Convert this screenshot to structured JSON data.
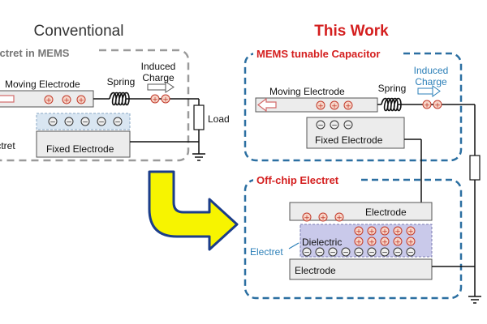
{
  "headings": {
    "left": "Conventional",
    "right": "This Work"
  },
  "colors": {
    "heading_right": "#d41e1e",
    "box_blue": "#2b6fa1",
    "box_gray": "#9a9a9a",
    "subtitle_red": "#d41e1e",
    "electret_label": "#2b7fb8",
    "induced_charge": "#2b7fb8",
    "wire": "#111111",
    "electrode_fill": "#ececec",
    "electret_fill": "#d9e6f2",
    "dielectric_fill": "#c9c9ea",
    "positive_charge_fill": "#f7d5c8",
    "positive_charge_stroke": "#c23a2a",
    "negative_charge_fill": "#eeeeee",
    "arrow_fill": "#f7f400",
    "arrow_stroke": "#1b3d8a"
  },
  "conventional": {
    "box_label": "Electret in MEMS",
    "moving_electrode": "Moving Electrode",
    "spring": "Spring",
    "induced_charge_line1": "Induced",
    "induced_charge_line2": "Charge",
    "electret": "Electret",
    "fixed_electrode": "Fixed Electrode",
    "load": "Load"
  },
  "this_work": {
    "mems_box_label": "MEMS tunable Capacitor",
    "moving_electrode": "Moving Electrode",
    "spring": "Spring",
    "induced_charge_line1": "Induced",
    "induced_charge_line2": "Charge",
    "fixed_electrode": "Fixed Electrode",
    "offchip_box_label": "Off-chip Electret",
    "top_electrode": "Electrode",
    "electret": "Electret",
    "dielectric": "Dielectric",
    "bottom_electrode": "Electrode"
  },
  "symbols": {
    "positive": "+",
    "negative": "−"
  }
}
